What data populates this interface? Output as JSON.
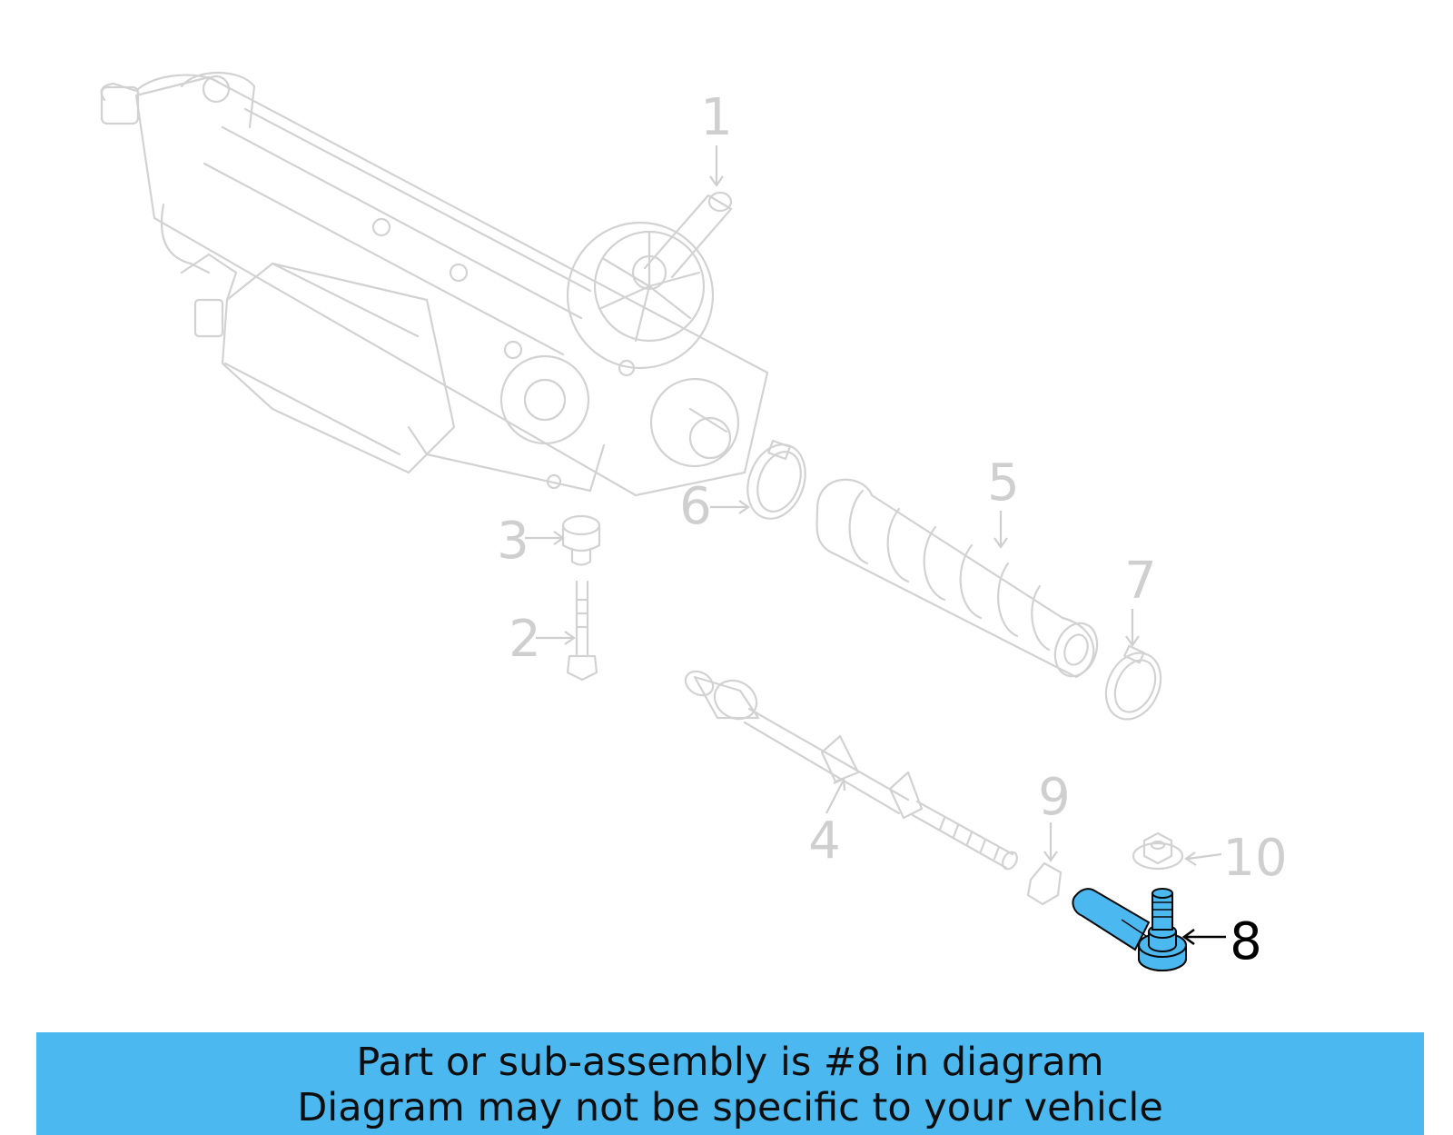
{
  "diagram": {
    "callouts": [
      {
        "number": "1",
        "highlighted": false
      },
      {
        "number": "2",
        "highlighted": false
      },
      {
        "number": "3",
        "highlighted": false
      },
      {
        "number": "4",
        "highlighted": false
      },
      {
        "number": "5",
        "highlighted": false
      },
      {
        "number": "6",
        "highlighted": false
      },
      {
        "number": "7",
        "highlighted": false
      },
      {
        "number": "8",
        "highlighted": true
      },
      {
        "number": "9",
        "highlighted": false
      },
      {
        "number": "10",
        "highlighted": false
      }
    ],
    "colors": {
      "highlight_part": "#4cb8f0",
      "faded_part": "#d2d2d2",
      "banner": "#4cb8f0"
    }
  },
  "banner": {
    "line1": "Part or sub-assembly is #8 in diagram",
    "line2": "Diagram may not be specific to your vehicle"
  }
}
